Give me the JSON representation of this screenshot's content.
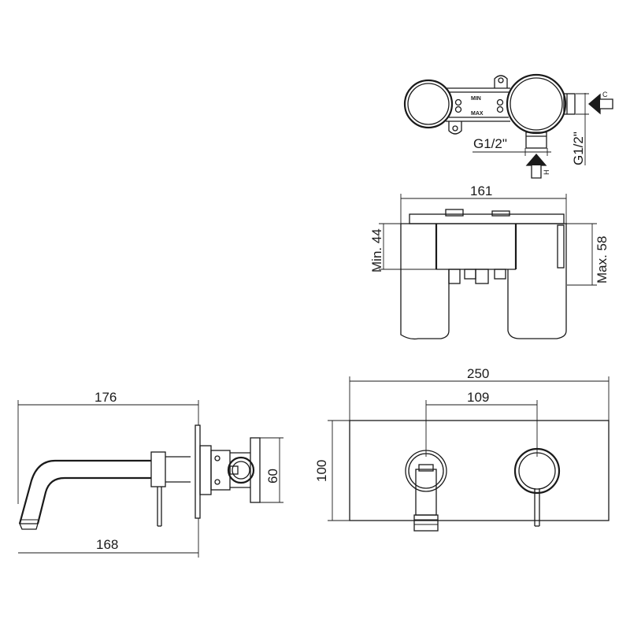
{
  "top_view": {
    "inlet_c_label": "C",
    "inlet_h_label": "H",
    "thread_bottom": "G1/2\"",
    "thread_side": "G1/2\"",
    "min_label": "MIN",
    "max_label": "MAX"
  },
  "side_body_view": {
    "width": "161",
    "min_depth": "Min. 44",
    "max_depth": "Max. 58"
  },
  "profile_view": {
    "overall_length": "176",
    "spout_length": "168",
    "height": "60"
  },
  "front_view": {
    "plate_width": "250",
    "centers": "109",
    "plate_height": "100"
  }
}
